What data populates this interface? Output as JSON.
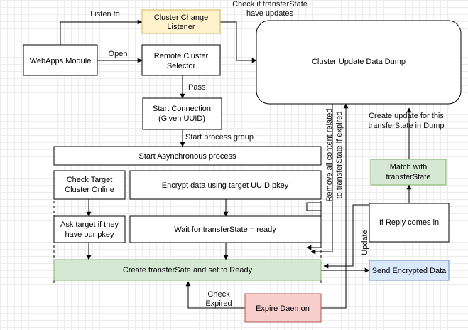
{
  "nodes": {
    "webapps": "WebApps Module",
    "cluster_change_1": "Cluster Change",
    "cluster_change_2": "Listener",
    "remote_1": "Remote Cluster",
    "remote_2": "Selector",
    "start_conn_1": "Start Connection",
    "start_conn_2": "(Given UUID)",
    "dump": "Cluster Update Data Dump",
    "start_async": "Start Asynchronous process",
    "check_target_1": "Check Target",
    "check_target_2": "Cluster Online",
    "encrypt": "Encrypt data using target UUID pkey",
    "ask_target_1": "Ask target if they",
    "ask_target_2": "have our pkey",
    "wait": "Wait for transferState = ready",
    "create_ready": "Create transferSate and set to Ready",
    "send": "Send Encrypted Data",
    "expire": "Expire Daemon",
    "reply": "If Reply comes in",
    "match_1": "Match with",
    "match_2": "transferState"
  },
  "labels": {
    "listen_to": "Listen to",
    "open": "Open",
    "pass": "Pass",
    "start_group": "Start process group",
    "check_if_1": "Check if transferState",
    "check_if_2": "have updates",
    "create_update_1": "Create update for this",
    "create_update_2": "transferState in Dump",
    "remove_1": "Remove all content related",
    "remove_2": "to transferState if expired",
    "update": "Update",
    "check_expired_1": "Check",
    "check_expired_2": "Expired"
  },
  "colors": {
    "yellow_fill": "#fff2cc",
    "yellow_stroke": "#d6b656",
    "green_fill": "#d5e8d4",
    "green_stroke": "#82b366",
    "blue_fill": "#dae8fc",
    "blue_stroke": "#6c8ebf",
    "red_fill": "#f8cecc",
    "red_stroke": "#b85450"
  }
}
